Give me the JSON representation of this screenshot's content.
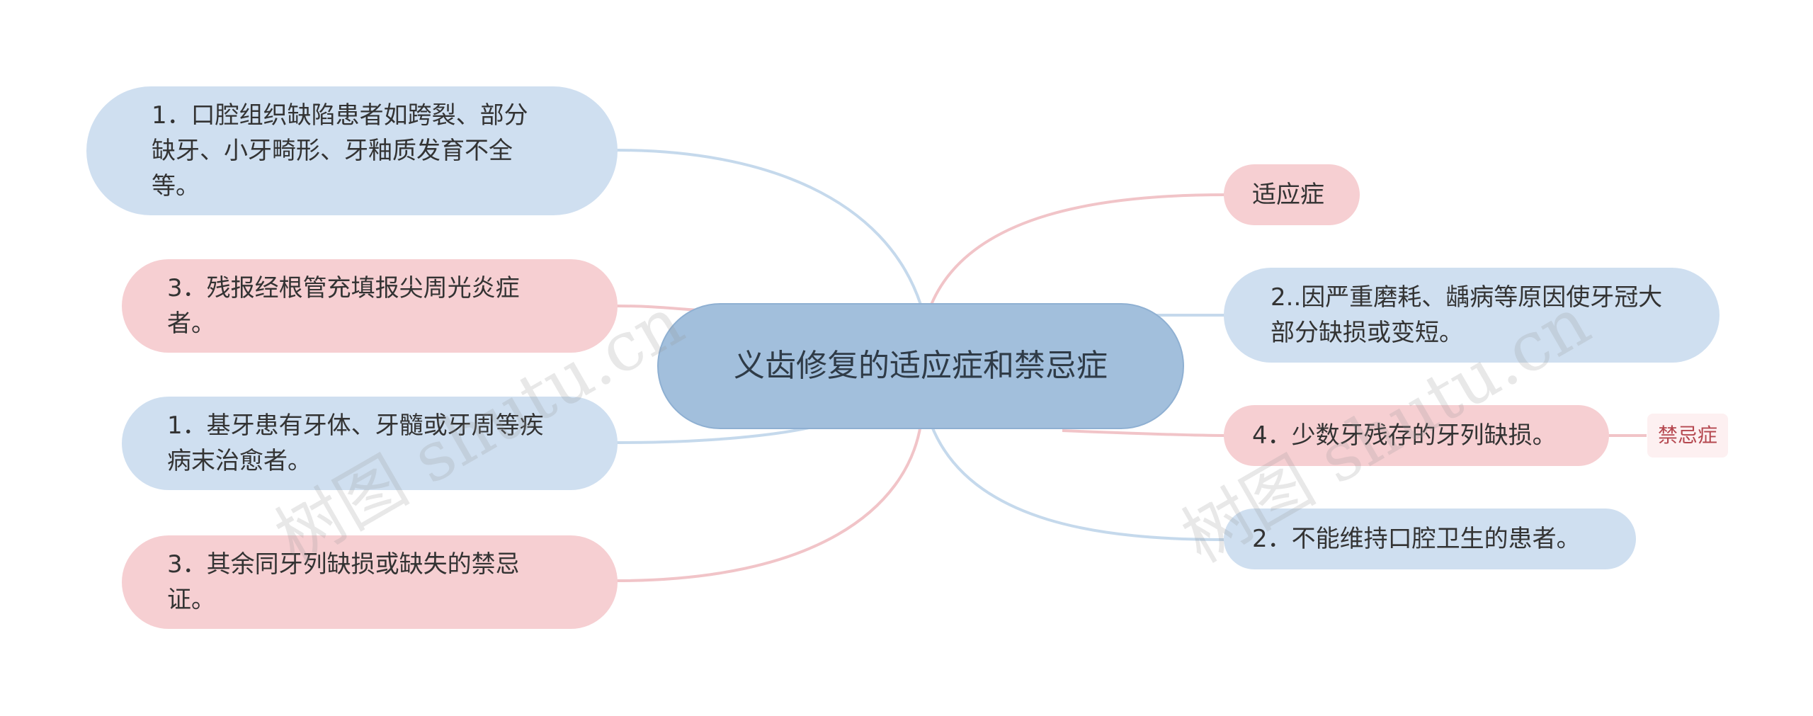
{
  "center": {
    "text": "义齿修复的适应症和禁忌症"
  },
  "left_nodes": [
    {
      "id": "l1",
      "text": "1．口腔组织缺陷患者如跨裂、部分缺牙、小牙畸形、牙釉质发育不全等。"
    },
    {
      "id": "l2",
      "text": "3．残报经根管充填报尖周光炎症者。"
    },
    {
      "id": "l3",
      "text": "1．基牙患有牙体、牙髓或牙周等疾病末治愈者。"
    },
    {
      "id": "l4",
      "text": "3．其余同牙列缺损或缺失的禁忌证。"
    }
  ],
  "right_nodes": [
    {
      "id": "r1",
      "text": "适应症"
    },
    {
      "id": "r2",
      "text": "2..因严重磨耗、龋病等原因使牙冠大部分缺损或变短。"
    },
    {
      "id": "r3",
      "text": "4．少数牙残存的牙列缺损。"
    },
    {
      "id": "r4",
      "text": "2．不能维持口腔卫生的患者。"
    }
  ],
  "tag": {
    "text": "禁忌症"
  },
  "watermarks": [
    "树图 shutu.cn",
    "树图 shutu.cn"
  ],
  "colors": {
    "center_fill": "#a2bfdc",
    "blue_fill": "#cfdff0",
    "pink_fill": "#f6cfd2",
    "blue_line": "#c5d9ec",
    "pink_line": "#f1c4c8",
    "tag_text": "#b5474f"
  }
}
